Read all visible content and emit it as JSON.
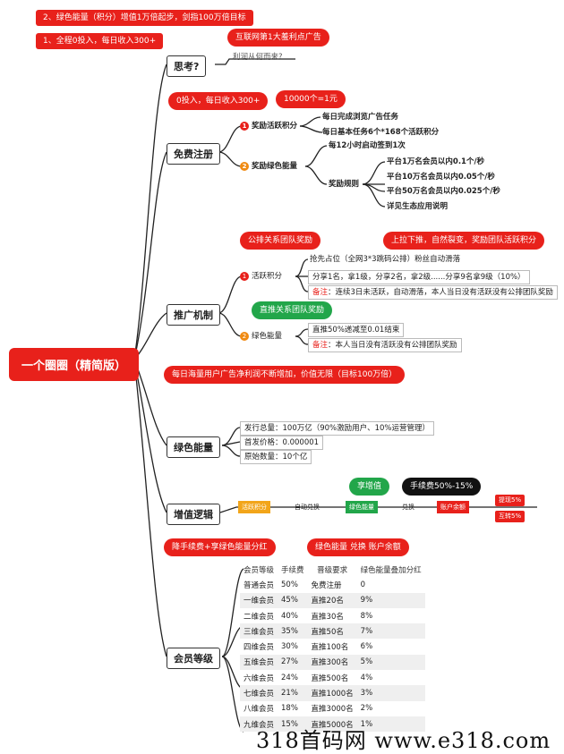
{
  "top_banners": [
    "2、绿色能量（积分）增值1万倍起步，剑指100万倍目标",
    "1、全程0投入，每日收入300+"
  ],
  "root": "一个圈圈（精简版）",
  "think": {
    "label": "思考?",
    "bubble": "互联网第1大羞利点广告",
    "note": "利润从何而来?"
  },
  "free_register": {
    "label": "免费注册",
    "bubble": "0投入，每日收入300+",
    "exchange_bubble": "10000个=1元",
    "reward_active": {
      "num": "1",
      "label": "奖励活跃积分",
      "items": [
        "每日完成浏览广告任务",
        "每日基本任务6个*168个活跃积分"
      ]
    },
    "reward_green": {
      "num": "2",
      "label": "奖励绿色能量",
      "item": "每12小时启动签到1次",
      "rules_label": "奖励规则",
      "rules": [
        "平台1万名会员以内0.1个/秒",
        "平台10万名会员以内0.05个/秒",
        "平台50万名会员以内0.025个/秒",
        "详见生态应用说明"
      ]
    }
  },
  "promotion": {
    "label": "推广机制",
    "bubble_team_reward": "公排关系团队奖励",
    "bubble_fission": "上拉下推，自然裂变，奖励团队活跃积分",
    "active_points": {
      "num": "1",
      "label": "活跃积分",
      "line1": "抢先占位（全网3*3跳码公排）粉丝自动滑落",
      "line2": "分享1名，拿1级，分享2名，拿2级......分享9名拿9级（10%）",
      "note_label": "备注",
      "note": "：连续3日未活跃，自动滑落，本人当日没有活跃没有公排团队奖励"
    },
    "bubble_direct": "直推关系团队奖励",
    "green_energy": {
      "num": "2",
      "label": "绿色能量",
      "line1": "直推50%递减至0.01结束",
      "note_label": "备注",
      "note": "：本人当日没有活跃没有公排团队奖励"
    }
  },
  "green_energy_node": {
    "label": "绿色能量",
    "bubble": "每日海量用户广告净利润不断增加，价值无限（目标100万倍）",
    "items": [
      "发行总量：100万亿（90%激励用户、10%运营管理）",
      "首发价格：0.000001",
      "原始数量：10个亿"
    ]
  },
  "value_logic": {
    "label": "增值逻辑",
    "bubble_enjoy": "享增值",
    "bubble_fee": "手续费50%-15%",
    "flow": [
      "活跃积分",
      "自动兑换",
      "绿色能量",
      "兑换",
      "账户余额"
    ],
    "outputs": [
      "提现5%",
      "互转5%"
    ]
  },
  "member_level": {
    "label": "会员等级",
    "bubble_left": "降手续费+享绿色能量分红",
    "bubble_right": "绿色能量 兑换 账户余额",
    "headers": [
      "会员等级",
      "手续费",
      "晋级要求",
      "绿色能量叠加分红"
    ],
    "rows": [
      [
        "普通会员",
        "50%",
        "免费注册",
        "0"
      ],
      [
        "一维会员",
        "45%",
        "直推20名",
        "9%"
      ],
      [
        "二维会员",
        "40%",
        "直推30名",
        "8%"
      ],
      [
        "三维会员",
        "35%",
        "直推50名",
        "7%"
      ],
      [
        "四维会员",
        "30%",
        "直推100名",
        "6%"
      ],
      [
        "五维会员",
        "27%",
        "直推300名",
        "5%"
      ],
      [
        "六维会员",
        "24%",
        "直推500名",
        "4%"
      ],
      [
        "七维会员",
        "21%",
        "直推1000名",
        "3%"
      ],
      [
        "八维会员",
        "18%",
        "直推3000名",
        "2%"
      ],
      [
        "九维会员",
        "15%",
        "直推5000名",
        "1%"
      ]
    ]
  },
  "watermark": "318首码网  www.e318.com",
  "colors": {
    "accent_red": "#e8211b",
    "accent_green": "#22a64a",
    "accent_orange": "#f2a51a"
  }
}
